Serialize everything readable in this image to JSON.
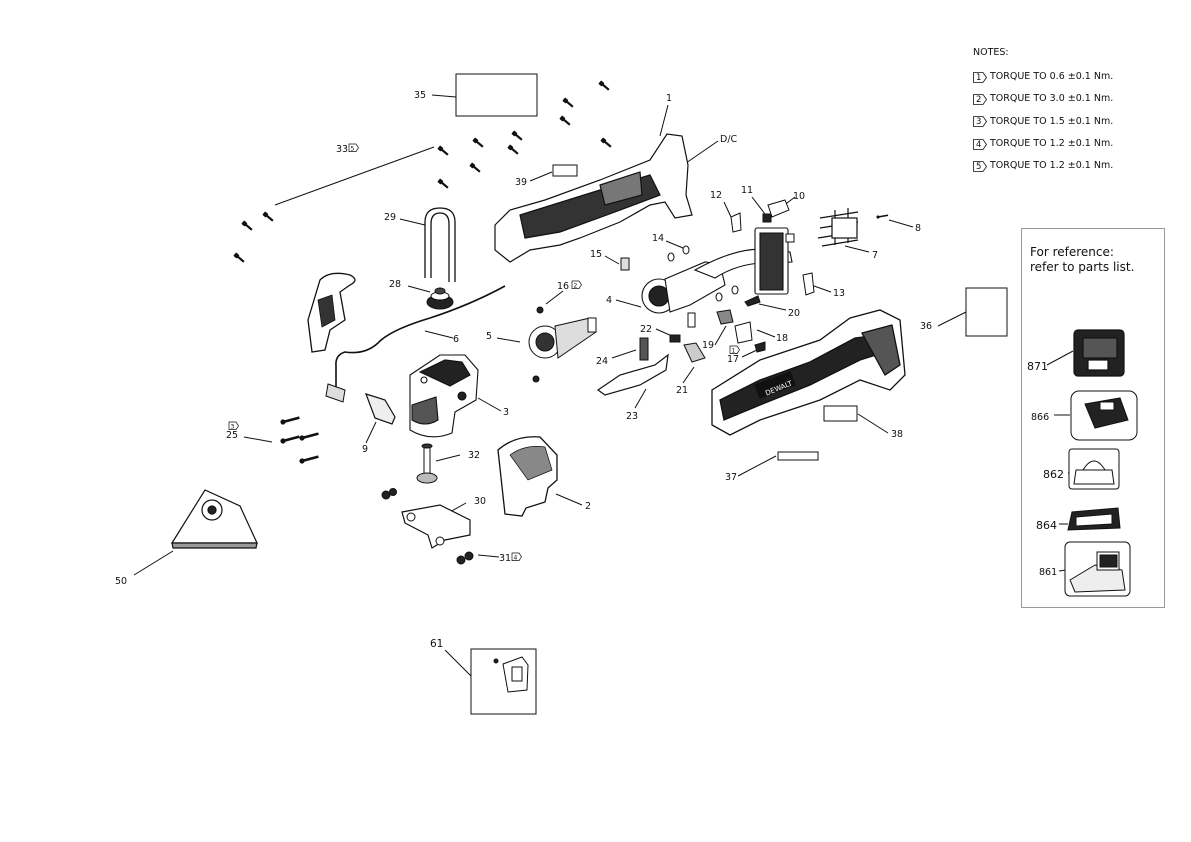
{
  "notes": {
    "heading": "NOTES:",
    "items": [
      {
        "num": "1",
        "text": "TORQUE TO 0.6 ±0.1 Nm."
      },
      {
        "num": "2",
        "text": "TORQUE TO 3.0 ±0.1 Nm."
      },
      {
        "num": "3",
        "text": "TORQUE TO 1.5 ±0.1 Nm."
      },
      {
        "num": "4",
        "text": "TORQUE TO 1.2 ±0.1 Nm."
      },
      {
        "num": "5",
        "text": "TORQUE TO 1.2 ±0.1 Nm."
      }
    ]
  },
  "reference": {
    "line1": "For reference:",
    "line2": "refer to parts list.",
    "accessories": [
      "871",
      "866",
      "862",
      "864",
      "861"
    ]
  },
  "callouts": {
    "c1": "1",
    "dc": "D/C",
    "c2": "2",
    "c3": "3",
    "c4": "4",
    "c5": "5",
    "c6": "6",
    "c7": "7",
    "c8": "8",
    "c9": "9",
    "c10": "10",
    "c11": "11",
    "c12": "12",
    "c13": "13",
    "c14": "14",
    "c15": "15",
    "c16": "16",
    "c17": "17",
    "c18": "18",
    "c19": "19",
    "c20": "20",
    "c21": "21",
    "c22": "22",
    "c23": "23",
    "c24": "24",
    "c25": "25",
    "c28": "28",
    "c29": "29",
    "c30": "30",
    "c31": "31",
    "c32": "32",
    "c33": "33",
    "c35": "35",
    "c36": "36",
    "c37": "37",
    "c38": "38",
    "c39": "39",
    "c50": "50",
    "c61": "61"
  },
  "flag_refs": {
    "f33": "5",
    "f16": "2",
    "f25": "3",
    "f17": "1",
    "f31": "4"
  },
  "brand_label": "DEWALT"
}
